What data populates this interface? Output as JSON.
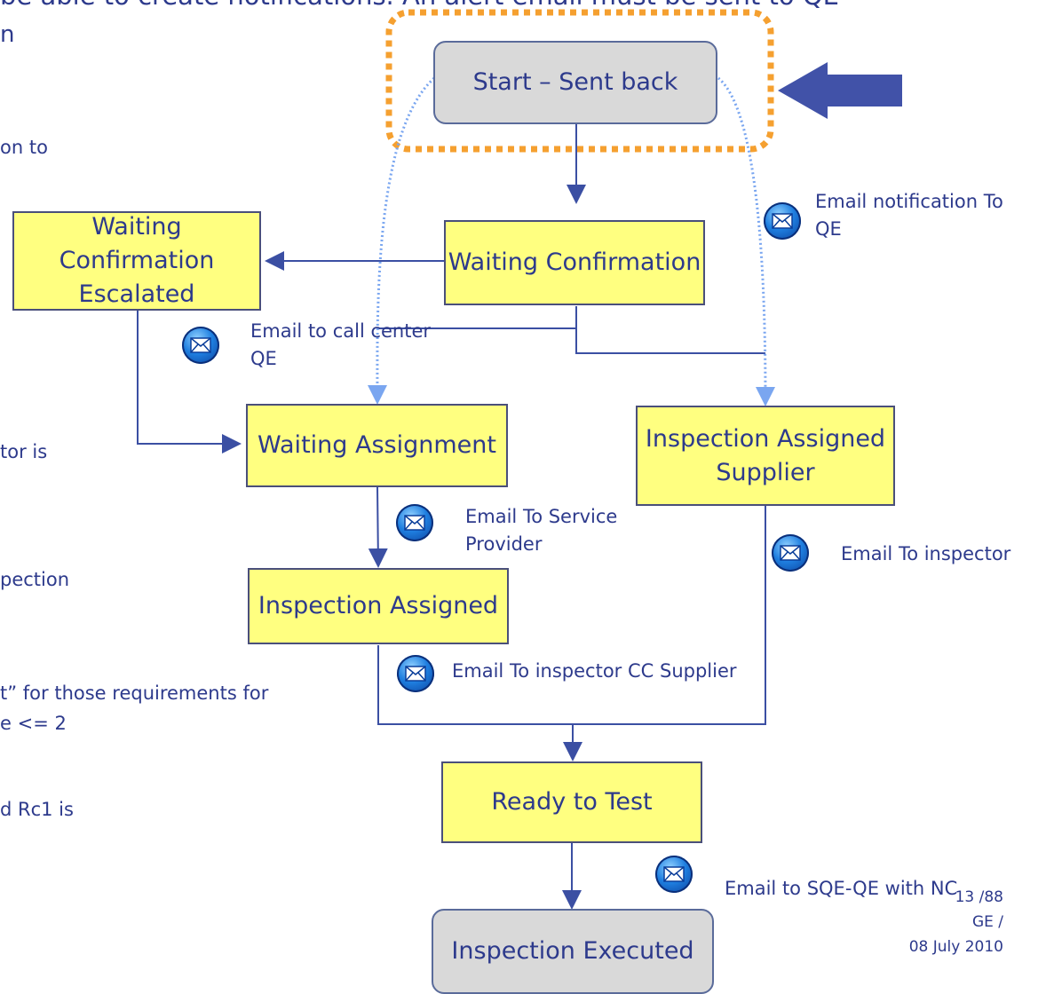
{
  "slide_text": {
    "top_line": "be able to create notifications. An alert email must be sent to QE",
    "fragment_1": "n",
    "fragment_2": "on to",
    "fragment_3": "tor is",
    "fragment_4": "pection",
    "fragment_5a": "t” for those requirements for",
    "fragment_5b": "e <= 2",
    "fragment_6": "d Rc1 is"
  },
  "nodes": {
    "start": "Start – Sent back",
    "waiting_confirmation": "Waiting Confirmation",
    "waiting_confirmation_escalated": "Waiting Confirmation Escalated",
    "waiting_assignment": "Waiting Assignment",
    "inspection_assigned_supplier": "Inspection Assigned Supplier",
    "inspection_assigned": "Inspection Assigned",
    "ready_to_test": "Ready to Test",
    "inspection_executed": "Inspection Executed"
  },
  "email_labels": {
    "notification_qe": "Email notification To QE",
    "call_center": "Email to call center QE",
    "service_provider": "Email To Service Provider",
    "inspector": "Email To inspector",
    "inspector_cc_supplier": "Email To inspector CC Supplier",
    "sqe_qe_nc": "Email to SQE-QE with NC"
  },
  "footer": {
    "page": "13 /88",
    "company": "GE /",
    "date": "08 July 2010"
  },
  "colors": {
    "node_yellow": "#ffff80",
    "node_gray": "#d9d9d9",
    "text_blue": "#2d3a8c",
    "arrow_dark": "#3b4fa3",
    "arrow_light": "#7aa6f0",
    "highlight_orange": "#f5a030",
    "pointer_arrow": "#4152a8"
  },
  "icons": {
    "email": "envelope-icon"
  }
}
